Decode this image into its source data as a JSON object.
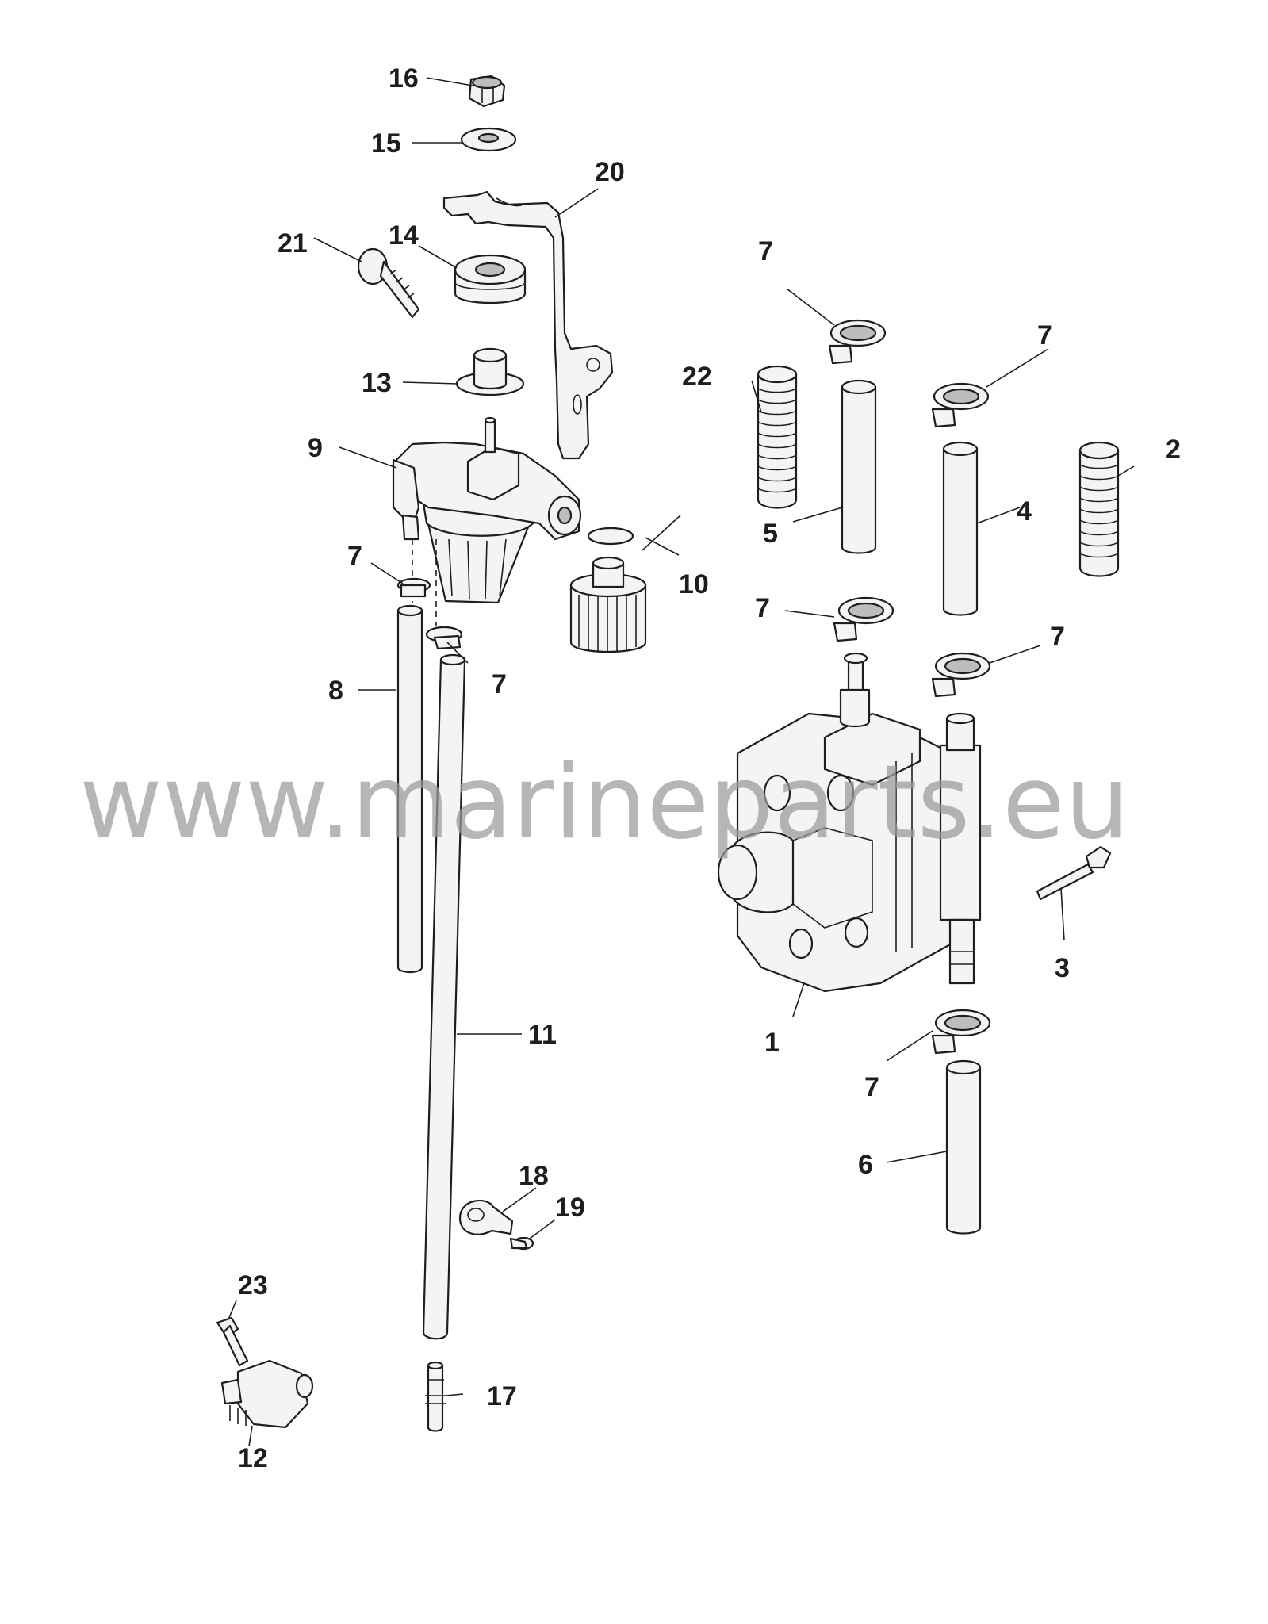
{
  "callouts": [
    {
      "id": "1",
      "label": "1"
    },
    {
      "id": "2",
      "label": "2"
    },
    {
      "id": "3",
      "label": "3"
    },
    {
      "id": "4",
      "label": "4"
    },
    {
      "id": "5",
      "label": "5"
    },
    {
      "id": "6",
      "label": "6"
    },
    {
      "id": "7a",
      "label": "7"
    },
    {
      "id": "7b",
      "label": "7"
    },
    {
      "id": "7c",
      "label": "7"
    },
    {
      "id": "7d",
      "label": "7"
    },
    {
      "id": "7e",
      "label": "7"
    },
    {
      "id": "7f",
      "label": "7"
    },
    {
      "id": "7g",
      "label": "7"
    },
    {
      "id": "8",
      "label": "8"
    },
    {
      "id": "9",
      "label": "9"
    },
    {
      "id": "10",
      "label": "10"
    },
    {
      "id": "11",
      "label": "11"
    },
    {
      "id": "12",
      "label": "12"
    },
    {
      "id": "13",
      "label": "13"
    },
    {
      "id": "14",
      "label": "14"
    },
    {
      "id": "15",
      "label": "15"
    },
    {
      "id": "16",
      "label": "16"
    },
    {
      "id": "17",
      "label": "17"
    },
    {
      "id": "18",
      "label": "18"
    },
    {
      "id": "19",
      "label": "19"
    },
    {
      "id": "20",
      "label": "20"
    },
    {
      "id": "21",
      "label": "21"
    },
    {
      "id": "22",
      "label": "22"
    },
    {
      "id": "23",
      "label": "23"
    }
  ],
  "watermark": "www.marineparts.eu"
}
